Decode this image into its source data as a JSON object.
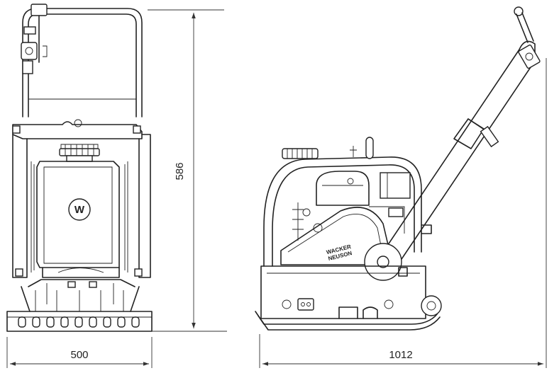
{
  "dimensions": {
    "height": "586",
    "front_width": "500",
    "side_length": "1012"
  },
  "brand": {
    "logo_line1": "WACKER",
    "logo_line2": "NEUSON",
    "front_logo_letter": "W"
  },
  "colors": {
    "line": "#222222",
    "background": "#ffffff"
  }
}
